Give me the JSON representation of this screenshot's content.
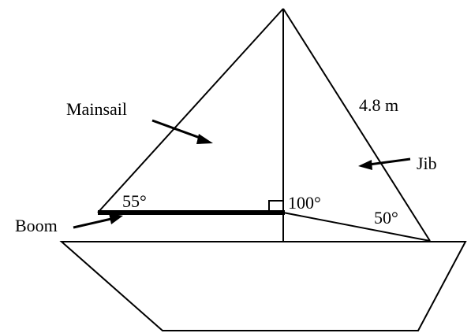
{
  "labels": {
    "mainsail": "Mainsail",
    "boom": "Boom",
    "jib": "Jib",
    "jib_length": "4.8 m",
    "boom_angle": "55°",
    "mast_jib_angle": "100°",
    "jib_bottom_angle": "50°"
  },
  "colors": {
    "stroke": "#000000",
    "background": "#ffffff"
  }
}
